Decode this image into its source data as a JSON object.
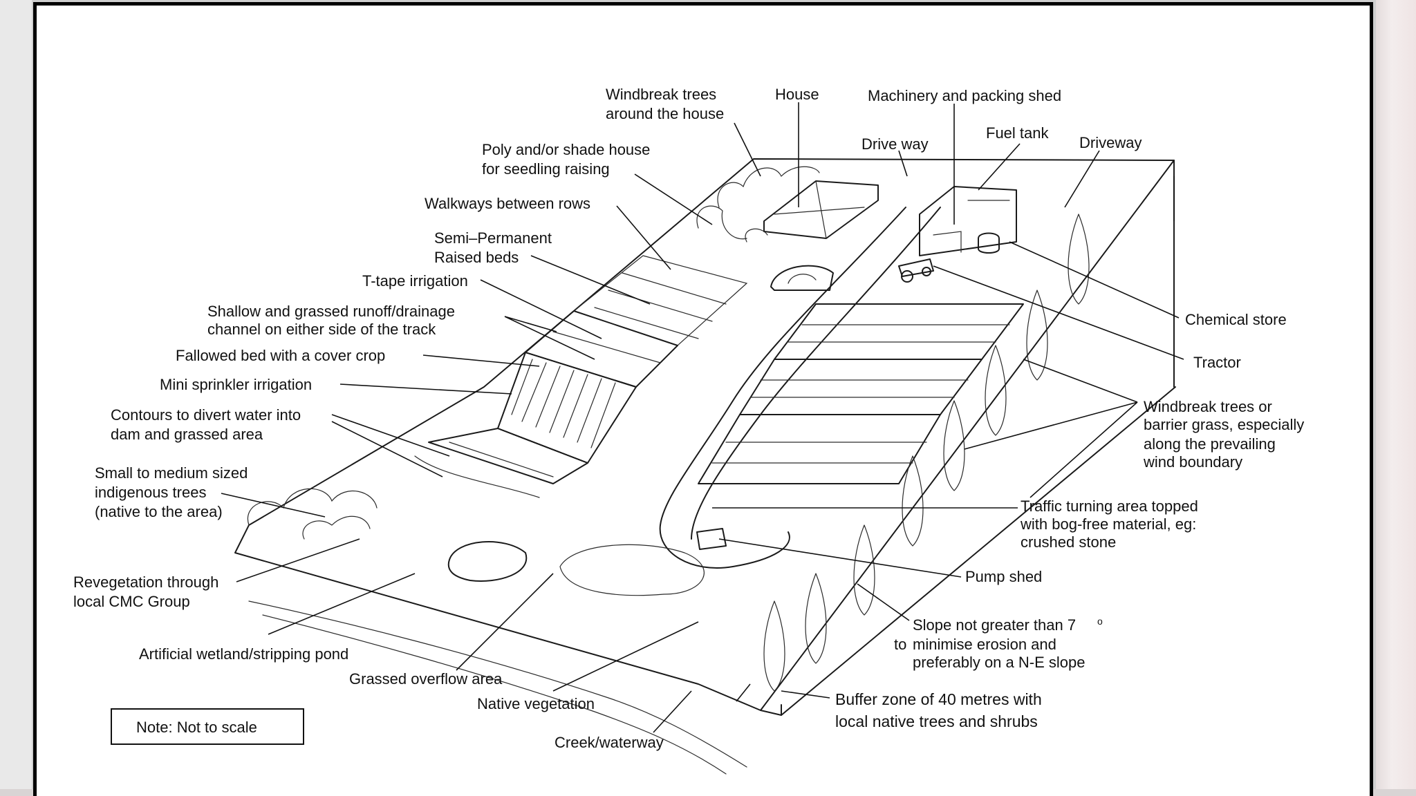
{
  "labels": {
    "windbreak_house_1": "Windbreak trees",
    "windbreak_house_2": "around the house",
    "house": "House",
    "machinery_shed": "Machinery and packing shed",
    "drive_way": "Drive way",
    "fuel_tank": "Fuel tank",
    "driveway": "Driveway",
    "poly_house_1": "Poly and/or shade house",
    "poly_house_2": "for seedling raising",
    "walkways": "Walkways between rows",
    "raised_beds_1": "Semi–Permanent",
    "raised_beds_2": "Raised beds",
    "t_tape": "T-tape irrigation",
    "channel_1": "Shallow and grassed runoff/drainage",
    "channel_2": "channel on either side of the track",
    "fallowed_bed": "Fallowed bed with a cover crop",
    "mini_sprinkler": "Mini sprinkler irrigation",
    "contours_1": "Contours to divert water into",
    "contours_2": "dam and grassed area",
    "indigenous_1": "Small to medium sized",
    "indigenous_2": "indigenous trees",
    "indigenous_3": "(native to the area)",
    "revegetation_1": "Revegetation through",
    "revegetation_2": "local CMC Group",
    "wetland": "Artificial wetland/stripping pond",
    "grassed_overflow": "Grassed overflow area",
    "native_vegetation": "Native vegetation",
    "creek": "Creek/waterway",
    "chemical_store": "Chemical store",
    "tractor": "Tractor",
    "windbreak_wind_1": "Windbreak trees or",
    "windbreak_wind_2": "barrier grass, especially",
    "windbreak_wind_3": "along the prevailing",
    "windbreak_wind_4": "wind boundary",
    "traffic_1": "Traffic turning area topped",
    "traffic_2": "with bog-free material, eg:",
    "traffic_3": "crushed stone",
    "pump_shed": "Pump shed",
    "slope_1": "Slope not greater than 7",
    "slope_deg": "o",
    "slope_2": "to",
    "slope_3": "minimise erosion and",
    "slope_4": "preferably on a N-E slope",
    "buffer_1": "Buffer zone of 40 metres with",
    "buffer_2": "local native trees and shrubs",
    "note": "Note: Not to scale"
  }
}
